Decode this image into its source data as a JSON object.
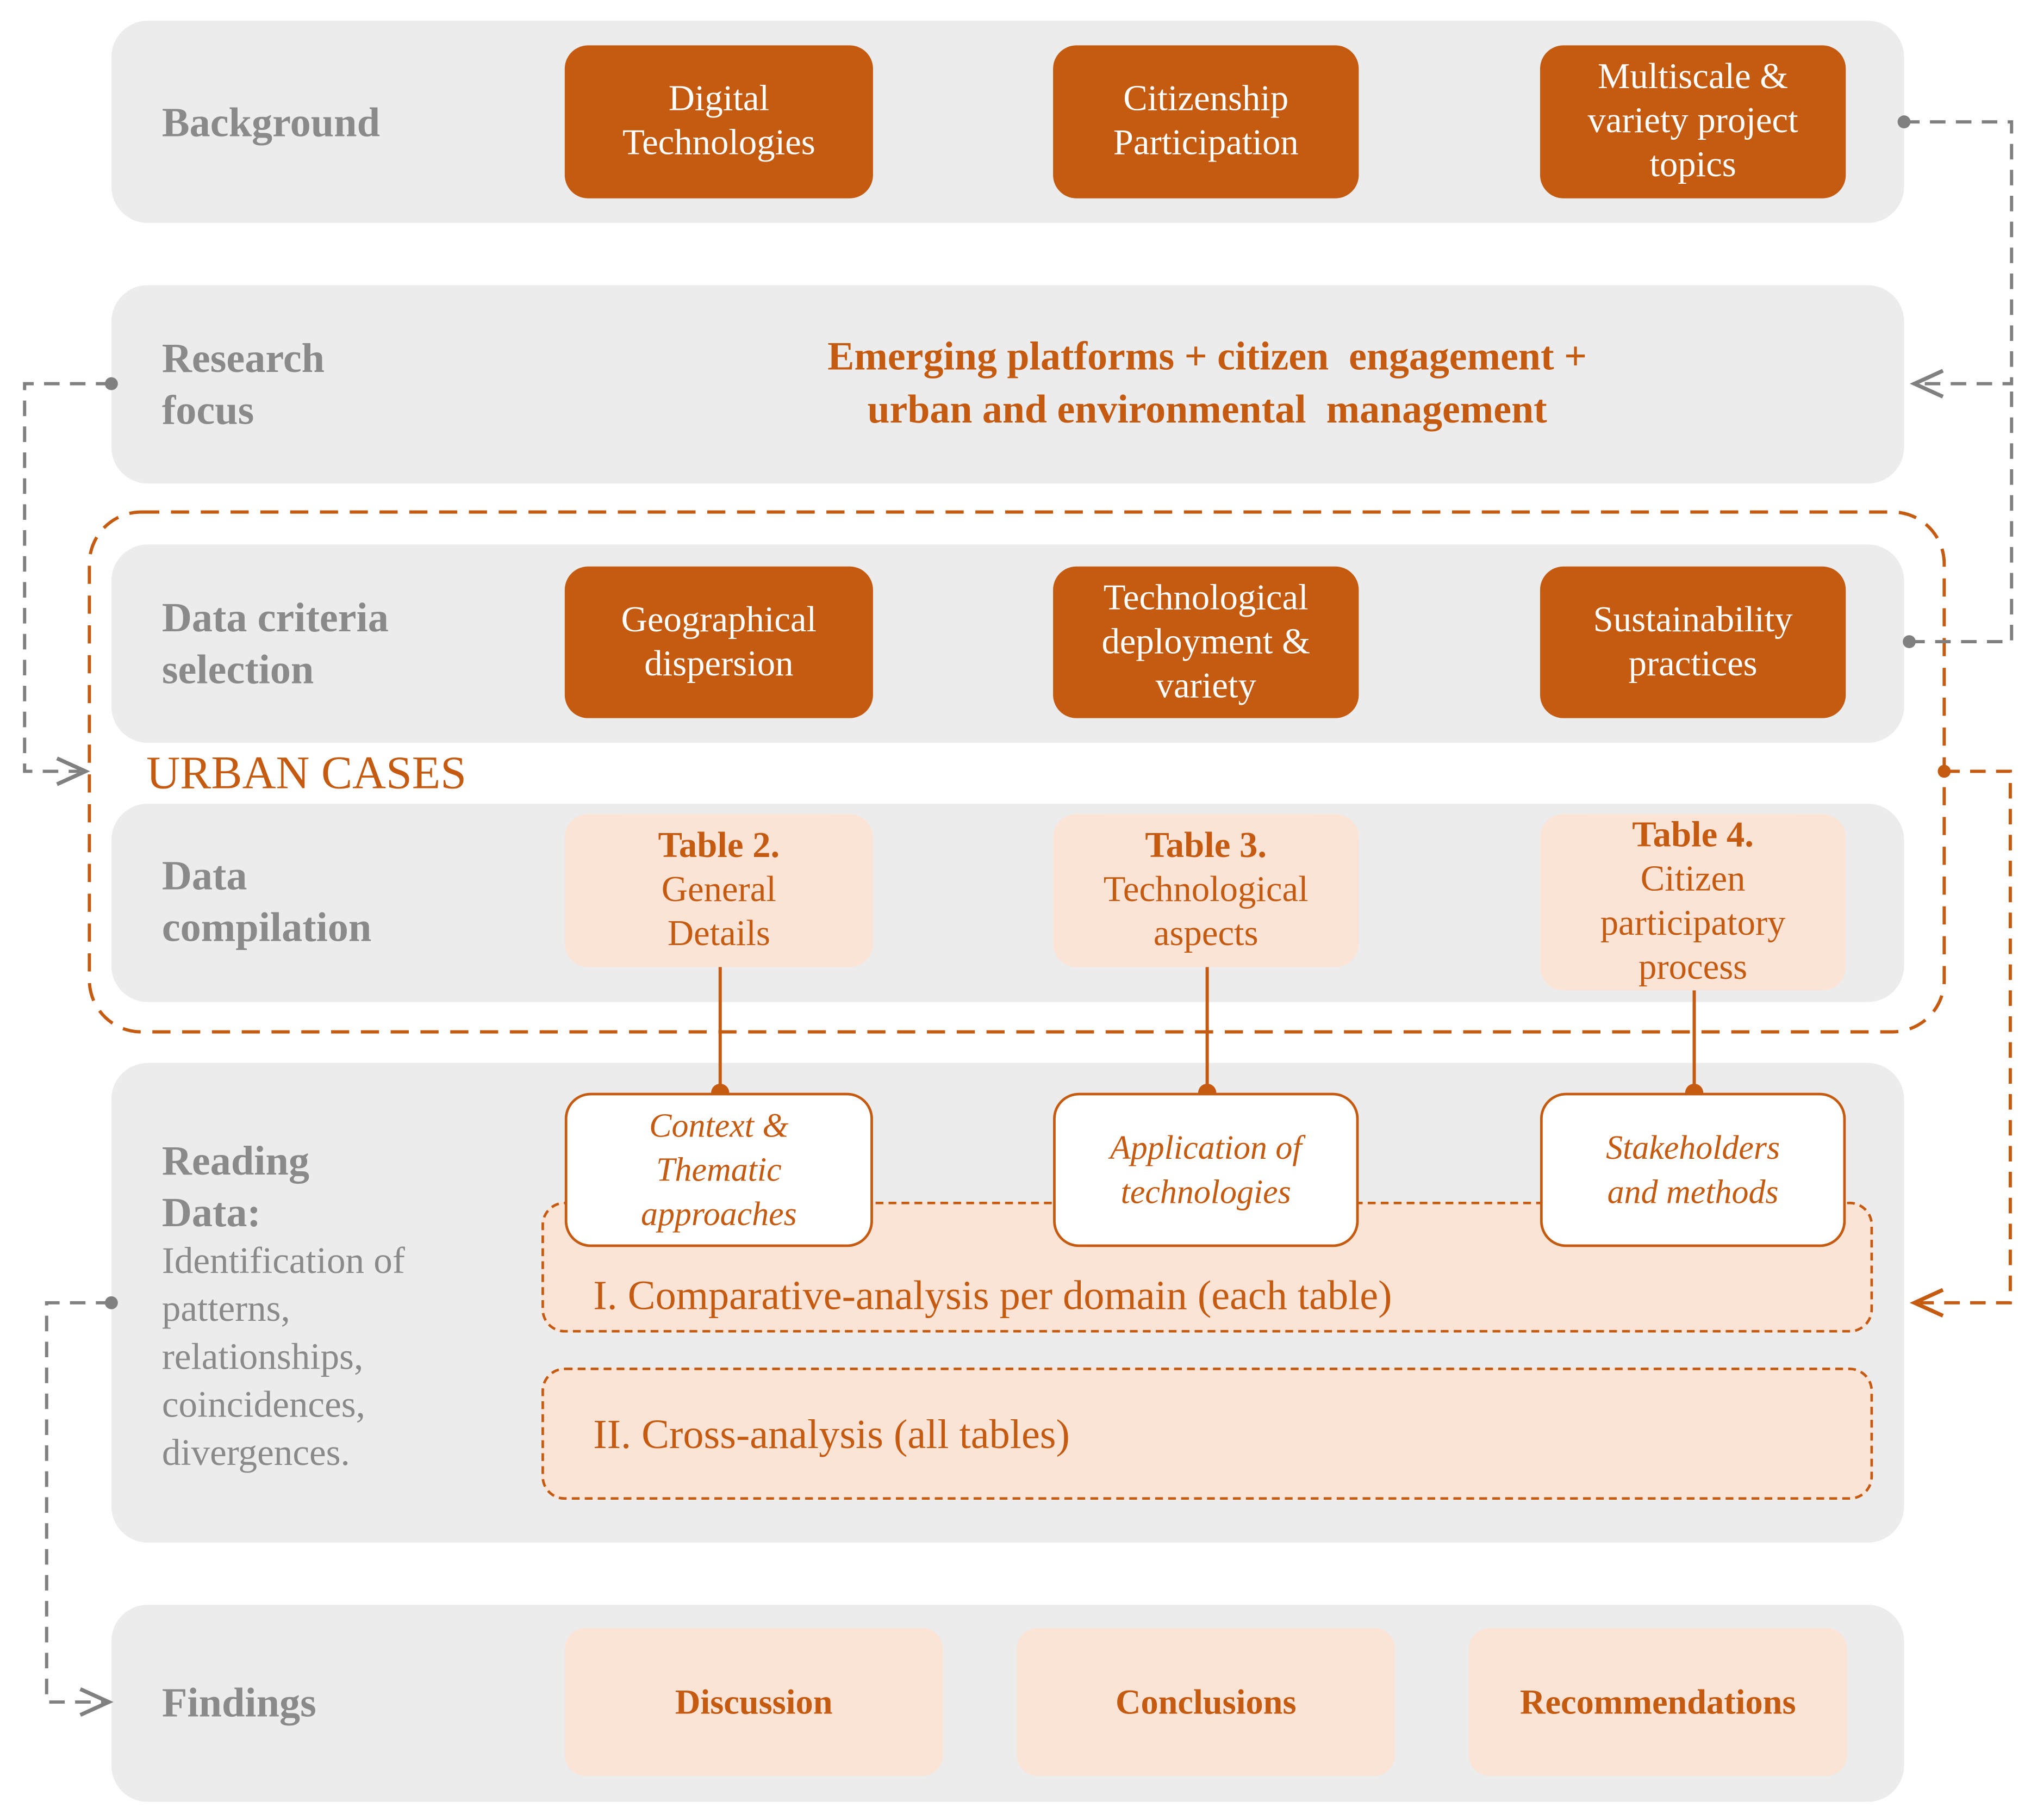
{
  "background": {
    "label": "Background",
    "items": [
      "Digital\nTechnologies",
      "Citizenship\nParticipation",
      "Multiscale &\nvariety project\ntopics"
    ]
  },
  "research_focus": {
    "label": "Research\nfocus",
    "text_line1": "Emerging platforms + citizen  engagement +",
    "text_line2": "urban and environmental  management"
  },
  "data_criteria": {
    "label": "Data criteria\nselection",
    "items": [
      "Geographical\ndispersion",
      "Technological\ndeployment &\nvariety",
      "Sustainability\npractices"
    ]
  },
  "urban_cases": {
    "title": "URBAN CASES"
  },
  "data_compilation": {
    "label": "Data\ncompilation",
    "tables": [
      {
        "title": "Table 2.",
        "lines": "General\nDetails"
      },
      {
        "title": "Table 3.",
        "lines": "Technological\naspects"
      },
      {
        "title": "Table 4.",
        "lines": "Citizen\nparticipatory\nprocess"
      }
    ]
  },
  "reading_data": {
    "label": "Reading\nData:",
    "description": "Identification of\npatterns,\nrelationships,\ncoincidences,\ndivergences.",
    "domains": [
      "Context &\nThematic\napproaches",
      "Application of\ntechnologies",
      "Stakeholders\nand methods"
    ],
    "analysis_1": "I. Comparative-analysis per domain (each table)",
    "analysis_2": "II. Cross-analysis (all tables)"
  },
  "findings": {
    "label": "Findings",
    "items": [
      "Discussion",
      "Conclusions",
      "Recommendations"
    ]
  },
  "colors": {
    "accent": "#c55a11",
    "pale": "#fbe4d6",
    "band": "#ececec",
    "label": "#8a8a8a",
    "connector": "#808080"
  }
}
